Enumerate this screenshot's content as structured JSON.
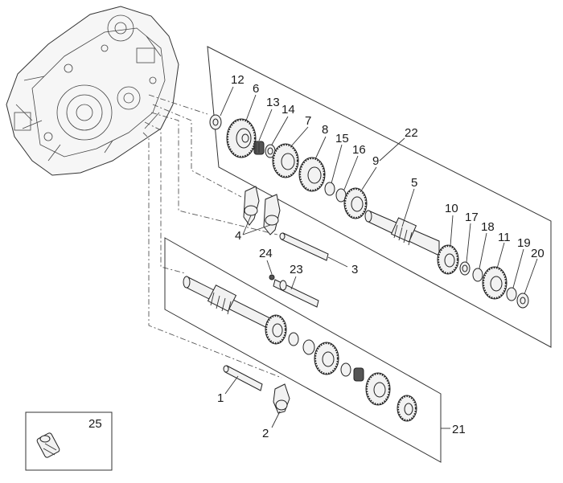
{
  "labels": {
    "p1": "1",
    "p2": "2",
    "p3": "3",
    "p4": "4",
    "p5": "5",
    "p6": "6",
    "p7": "7",
    "p8": "8",
    "p9": "9",
    "p10": "10",
    "p11": "11",
    "p12": "12",
    "p13": "13",
    "p14": "14",
    "p15": "15",
    "p16": "16",
    "p17": "17",
    "p18": "18",
    "p19": "19",
    "p20": "20",
    "p21": "21",
    "p22": "22",
    "p23": "23",
    "p24": "24",
    "p25": "25"
  }
}
